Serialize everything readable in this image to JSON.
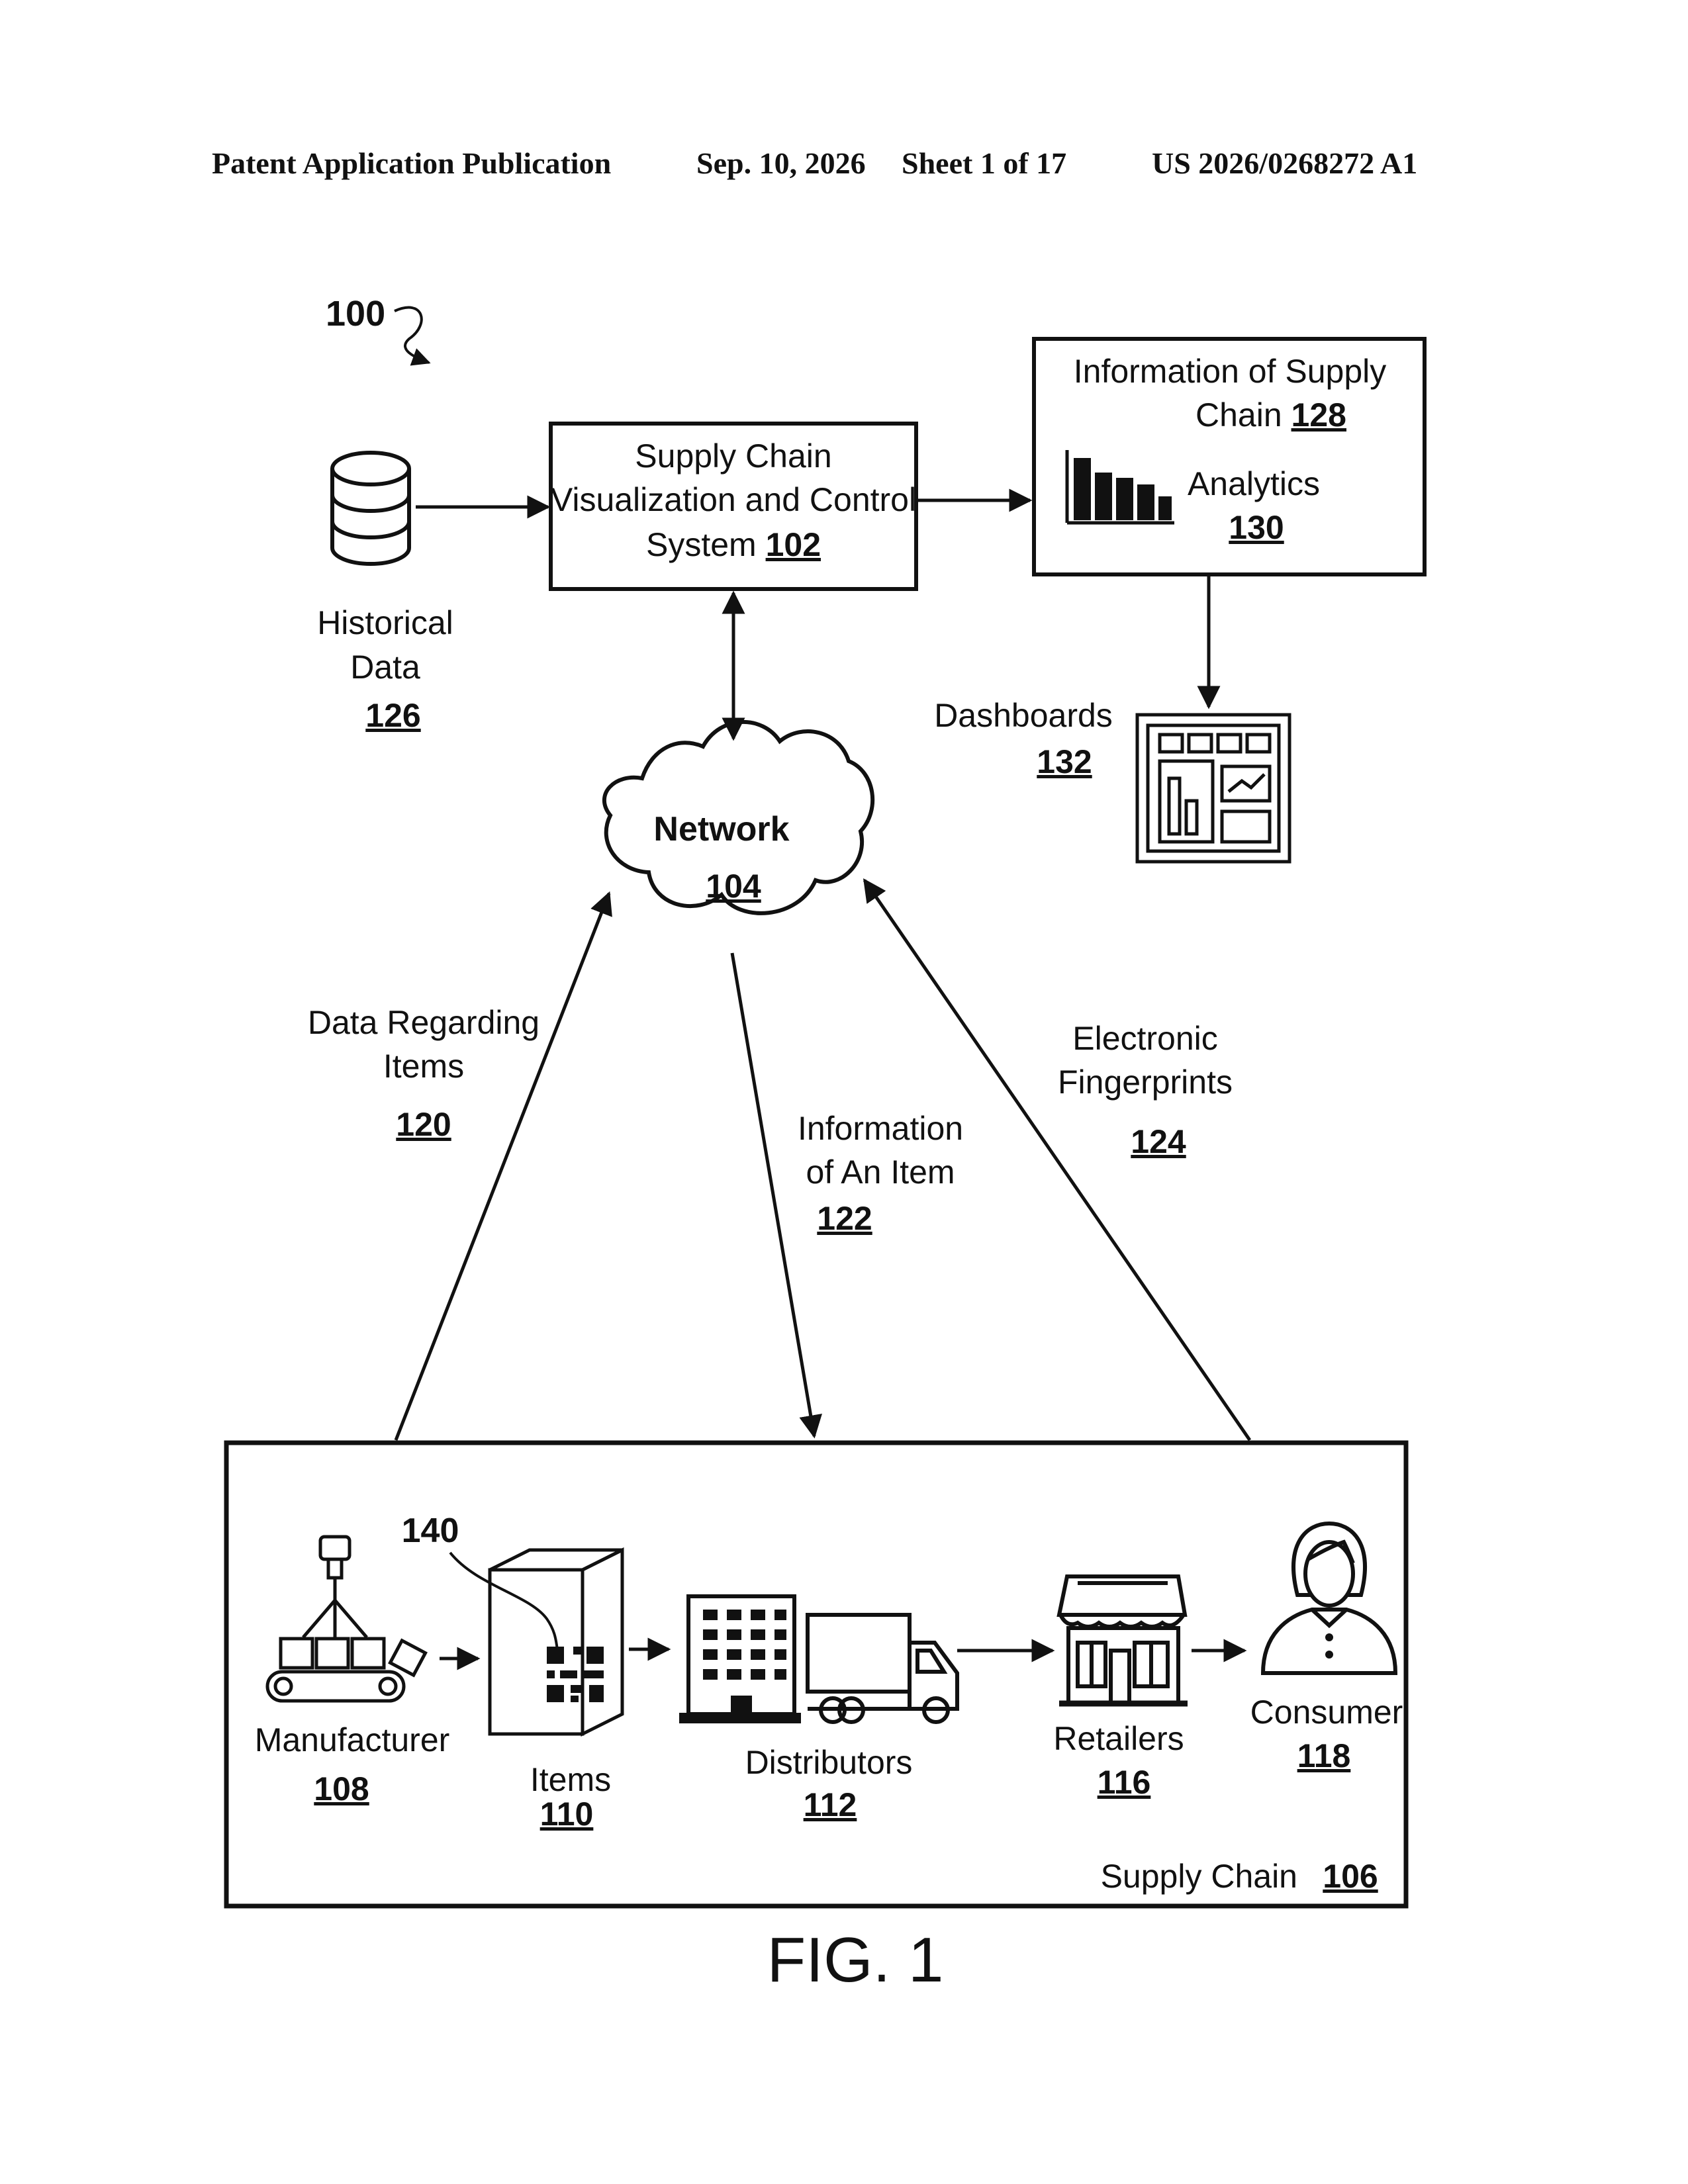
{
  "header": {
    "publication": "Patent Application Publication",
    "date": "Sep. 10, 2026",
    "sheet": "Sheet 1 of 17",
    "number": "US 2026/0268272 A1"
  },
  "figure_ref": "100",
  "system": {
    "line1": "Supply Chain",
    "line2": "Visualization and Control",
    "line3": "System",
    "ref": "102"
  },
  "info_box": {
    "line1": "Information of Supply",
    "line2": "Chain",
    "ref": "128",
    "analytics_label": "Analytics",
    "analytics_ref": "130"
  },
  "historical": {
    "line1": "Historical",
    "line2": "Data",
    "ref": "126"
  },
  "dashboards": {
    "label": "Dashboards",
    "ref": "132"
  },
  "network": {
    "label": "Network",
    "ref": "104"
  },
  "edges": {
    "data_items": {
      "line1": "Data Regarding",
      "line2": "Items",
      "ref": "120"
    },
    "info_item": {
      "line1": "Information",
      "line2": "of An Item",
      "ref": "122"
    },
    "fingerprints": {
      "line1": "Electronic",
      "line2": "Fingerprints",
      "ref": "124"
    }
  },
  "supply_chain": {
    "label": "Supply Chain",
    "ref": "106",
    "manufacturer": {
      "label": "Manufacturer",
      "ref": "108"
    },
    "items": {
      "label": "Items",
      "ref": "110",
      "code_ref": "140"
    },
    "distributors": {
      "label": "Distributors",
      "ref": "112"
    },
    "retailers": {
      "label": "Retailers",
      "ref": "116"
    },
    "consumer": {
      "label": "Consumer",
      "ref": "118"
    }
  },
  "caption": "FIG. 1"
}
